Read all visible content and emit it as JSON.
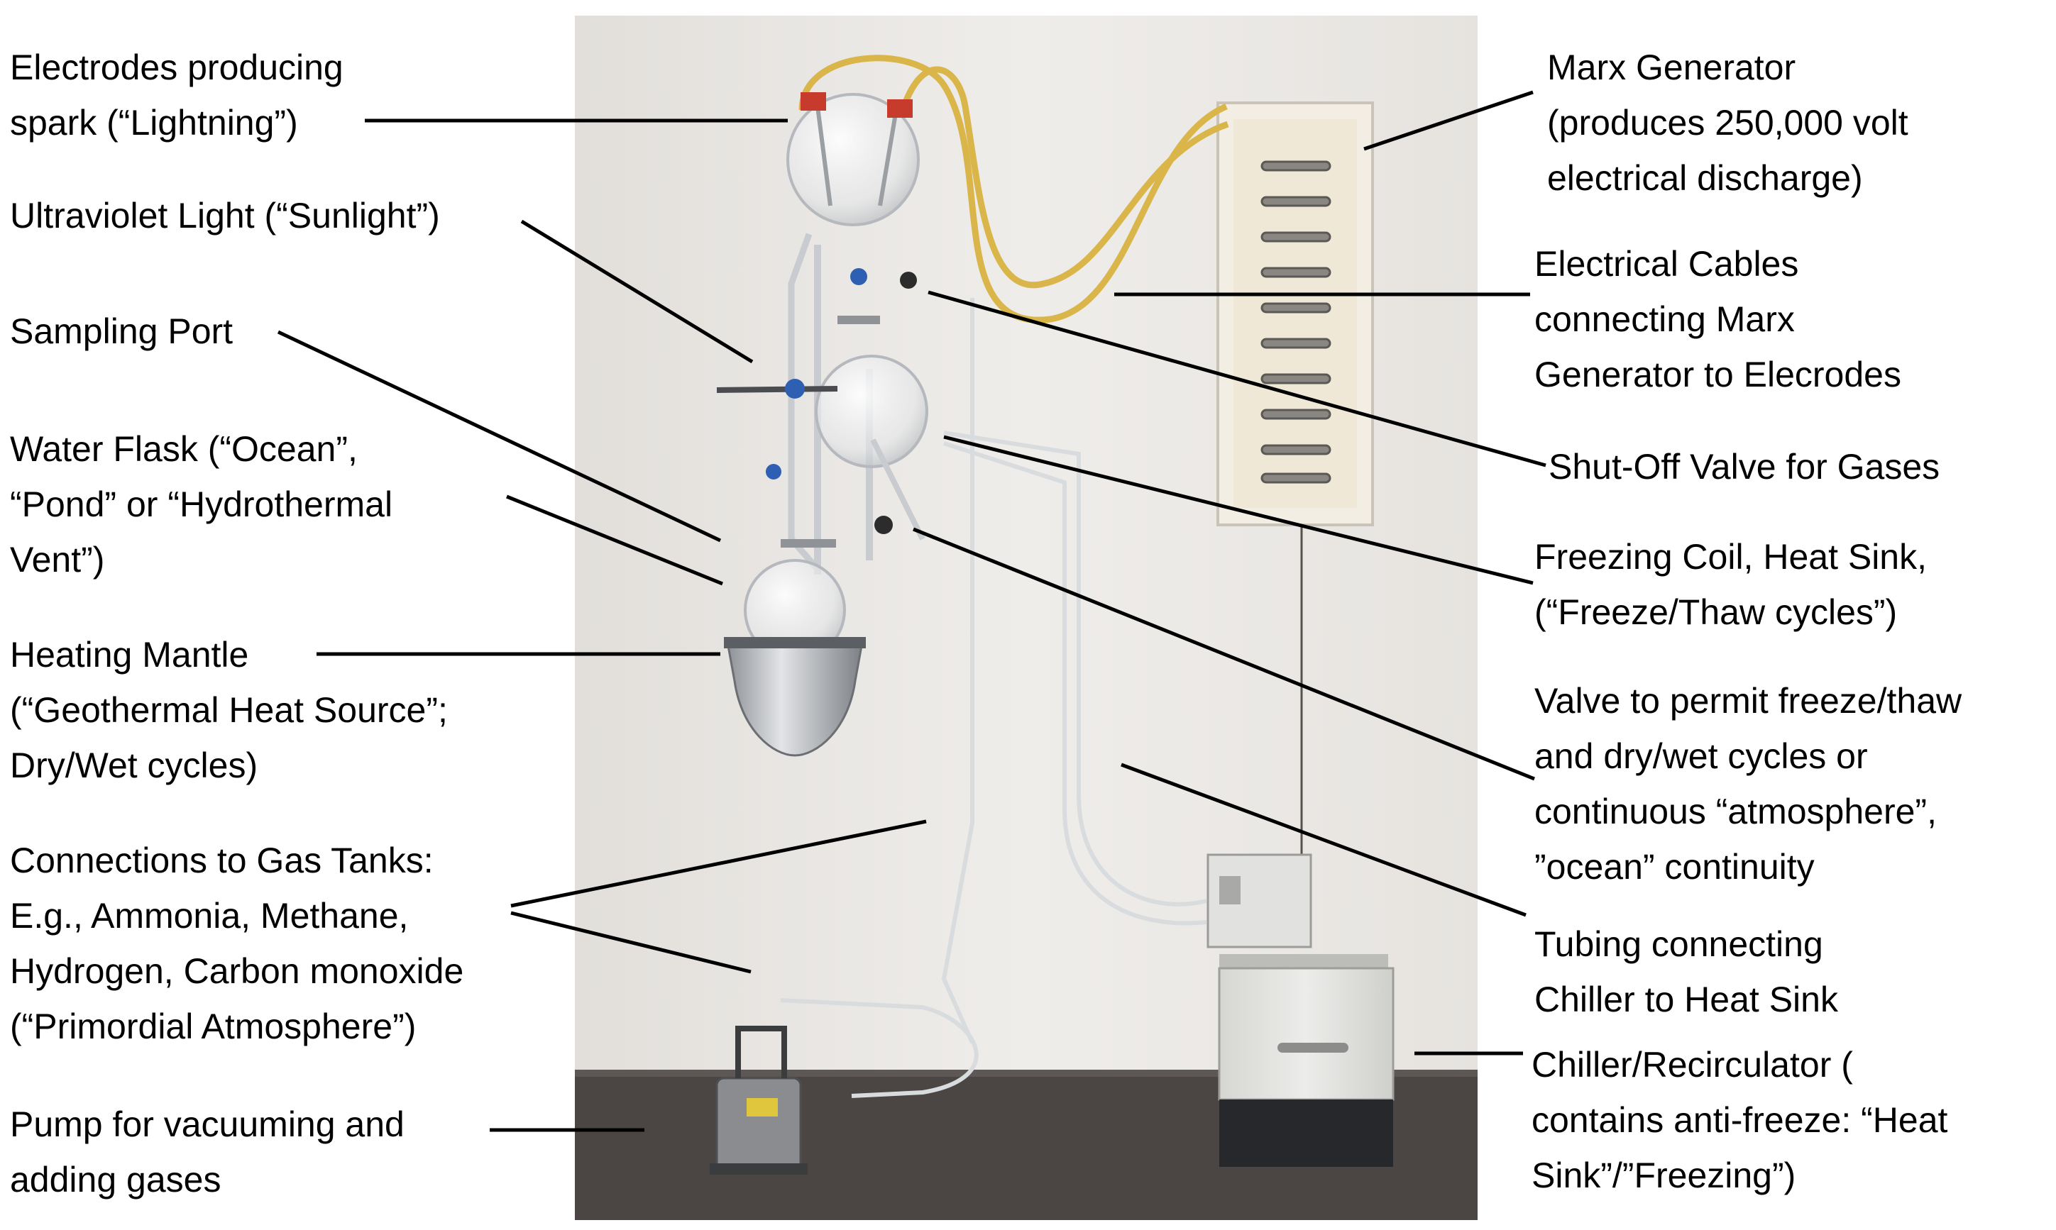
{
  "labels": {
    "electrodes": "Electrodes producing\nspark (“Lightning”)",
    "uv_light": "Ultraviolet Light (“Sunlight”)",
    "sampling_port": "Sampling Port",
    "water_flask": "Water Flask (“Ocean”,\n“Pond” or “Hydrothermal\nVent”)",
    "heating_mantle": "Heating Mantle\n(“Geothermal Heat Source”;\nDry/Wet cycles)",
    "gas_tanks": "Connections to Gas Tanks:\nE.g., Ammonia, Methane,\nHydrogen, Carbon monoxide\n(“Primordial Atmosphere”)",
    "pump": "Pump for vacuuming and\nadding gases",
    "marx_generator": "Marx Generator\n(produces 250,000 volt\nelectrical discharge)",
    "electrical_cables": "Electrical Cables\nconnecting Marx\nGenerator to Elecrodes",
    "shutoff_valve": "Shut-Off Valve for Gases",
    "freezing_coil": "Freezing Coil, Heat Sink,\n(“Freeze/Thaw cycles”)",
    "valve_cycles": "Valve to permit freeze/thaw\nand dry/wet cycles or\ncontinuous “atmosphere”,\n”ocean” continuity",
    "tubing": "Tubing connecting\nChiller to Heat Sink",
    "chiller": "Chiller/Recirculator (\ncontains anti-freeze: “Heat\nSink”/”Freezing”)"
  },
  "colors": {
    "wall": "#ebe9e6",
    "floor": "#4b4644",
    "cable": "#d9b54a",
    "leader_line": "#000000"
  }
}
